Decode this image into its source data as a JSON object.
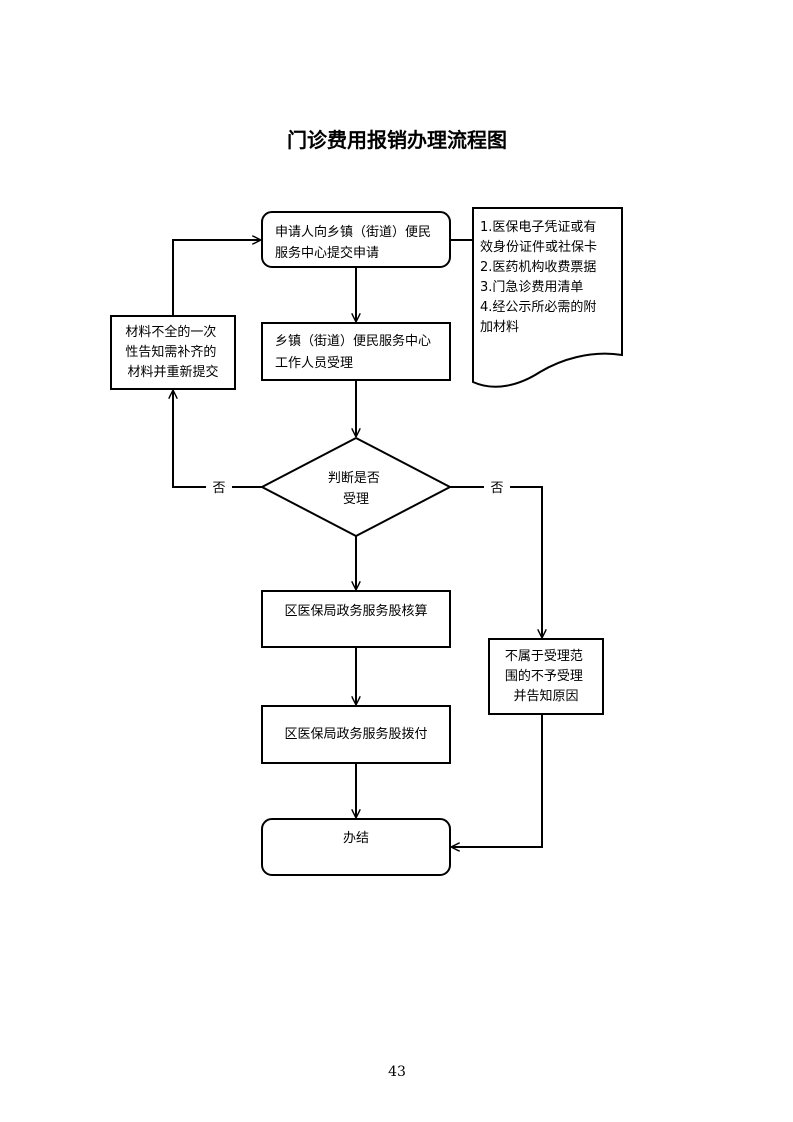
{
  "title": "门诊费用报销办理流程图",
  "page_number": "43",
  "nodes": {
    "apply": [
      "申请人向乡镇（街道）便民",
      "服务中心提交申请"
    ],
    "accept": [
      "乡镇（街道）便民服务中心",
      "工作人员受理"
    ],
    "decision": [
      "判断是否",
      "受理"
    ],
    "incomplete": [
      "材料不全的一次",
      "性告知需补齐的",
      "材料并重新提交"
    ],
    "audit": [
      "区医保局政务服务股核算"
    ],
    "pay": [
      "区医保局政务服务股拨付"
    ],
    "reject": [
      "不属于受理范",
      "围的不予受理",
      "并告知原因"
    ],
    "done": [
      "办结"
    ],
    "documents": [
      "1.医保电子凭证或有",
      "效身份证件或社保卡",
      "2.医药机构收费票据",
      "3.门急诊费用清单",
      "4.经公示所必需的附",
      "加材料"
    ]
  },
  "edge_labels": {
    "no_left": "否",
    "no_right": "否"
  }
}
